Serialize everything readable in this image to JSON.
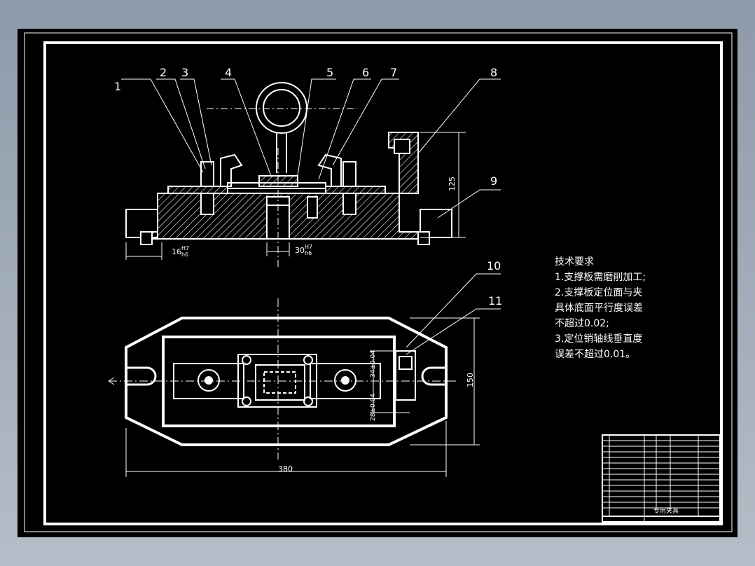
{
  "callouts": [
    "1",
    "2",
    "3",
    "4",
    "5",
    "6",
    "7",
    "8",
    "9",
    "10",
    "11"
  ],
  "dimensions": {
    "fit_16": "16",
    "fit_16_upper": "H7",
    "fit_16_lower": "h6",
    "fit_30": "30",
    "fit_30_upper": "H7",
    "fit_30_lower": "h6",
    "height_125": "125",
    "width_150": "150",
    "length_380": "380",
    "pin_offset_top": "34±0.04",
    "pin_offset_bottom": "28±0.04"
  },
  "notes": {
    "title": "技术要求",
    "lines": [
      "1.支撑板需磨削加工;",
      "2.支撑板定位面与夹",
      "具体底面平行度误差",
      "不超过0.02;",
      "3.定位销轴线垂直度",
      "误差不超过0.01。"
    ]
  },
  "title_block": {
    "drawing_name": "专用夹具"
  },
  "colors": {
    "frame": "#ffffff",
    "background": "#000000",
    "app_border": "#9aa5b3"
  }
}
